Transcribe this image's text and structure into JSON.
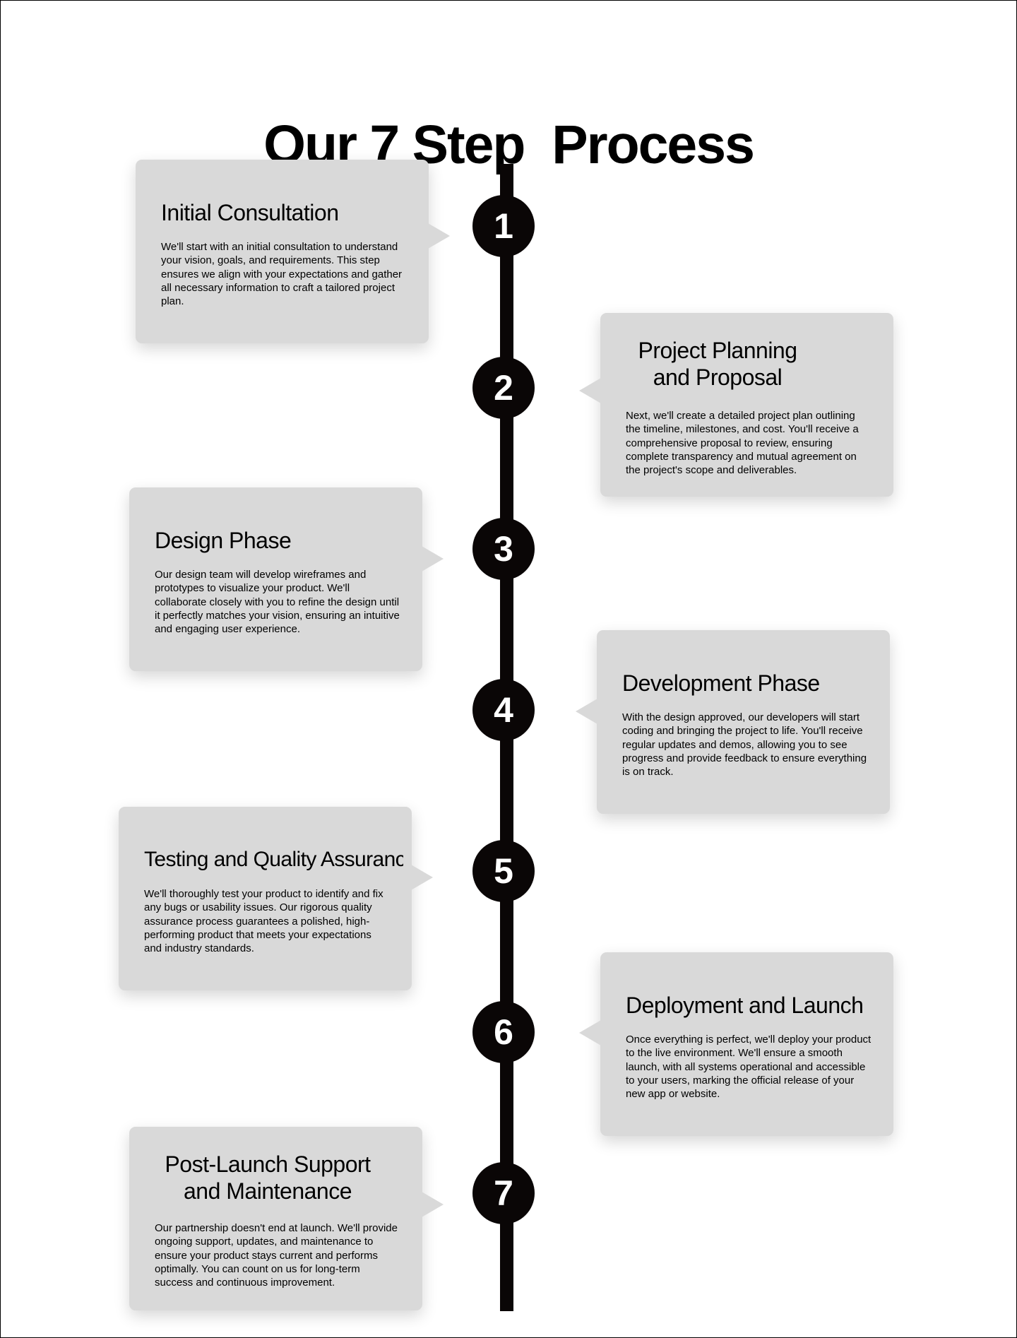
{
  "page": {
    "title": "Our 7 Step  Process"
  },
  "steps": [
    {
      "number": "1",
      "title": "Initial Consultation",
      "description": "We'll start with an initial consultation to understand your vision, goals, and requirements. This step ensures we align with your expectations and gather all necessary information to craft a tailored project plan."
    },
    {
      "number": "2",
      "title": "Project Planning\nand Proposal",
      "description": "Next, we'll create a detailed project plan outlining the timeline, milestones, and cost. You'll receive a comprehensive proposal to review, ensuring complete transparency and mutual agreement on the project's scope and deliverables."
    },
    {
      "number": "3",
      "title": "Design Phase",
      "description": "Our design team will develop wireframes and prototypes to visualize your product. We'll collaborate closely with you to refine the design until it perfectly matches your vision, ensuring an intuitive and engaging user experience."
    },
    {
      "number": "4",
      "title": "Development Phase",
      "description": "With the design approved, our developers will start coding and bringing the project to life. You'll receive regular updates and demos, allowing you to see progress and provide feedback to ensure everything is on track."
    },
    {
      "number": "5",
      "title": "Testing and Quality Assurance",
      "description": "We'll thoroughly test your product to identify and fix any bugs or usability issues. Our rigorous quality assurance process guarantees a polished, high-performing product that meets your expectations and industry standards."
    },
    {
      "number": "6",
      "title": "Deployment and Launch",
      "description": "Once everything is perfect, we'll deploy your product to the live environment. We'll ensure a smooth launch, with all systems operational and accessible to your users, marking the official release of your new app or website."
    },
    {
      "number": "7",
      "title": "Post-Launch Support\nand Maintenance",
      "description": "Our partnership doesn't end at launch. We'll provide ongoing support, updates, and maintenance to ensure your product stays current and performs optimally. You can count on us for long-term success and continuous improvement."
    }
  ],
  "colors": {
    "card_background": "#d9d9d9",
    "timeline": "#0a0606",
    "marker_text": "#ffffff"
  }
}
